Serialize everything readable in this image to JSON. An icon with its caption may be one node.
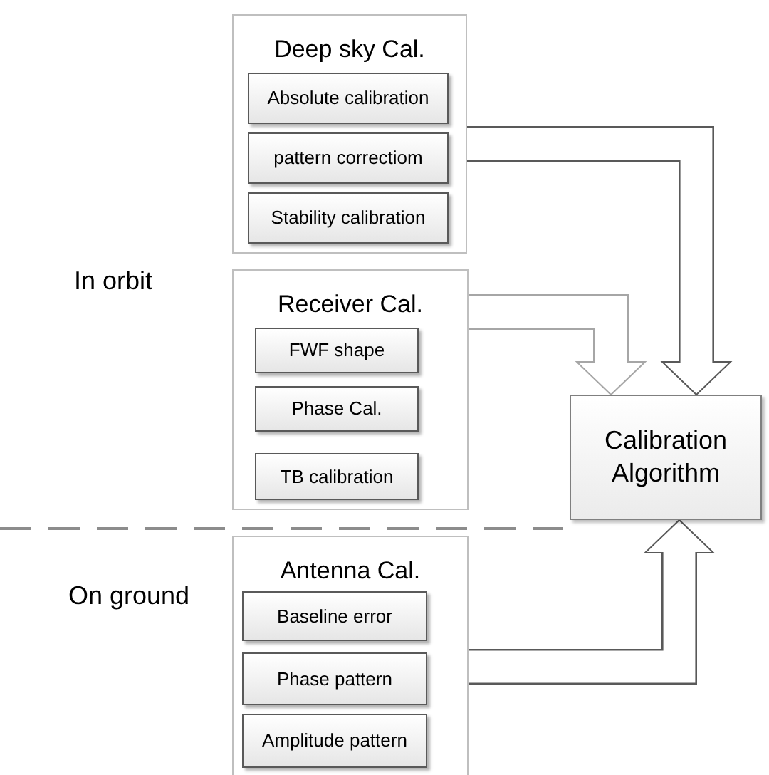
{
  "diagram": {
    "nodes": [
      {
        "text": [
          "Deep sky Cal."
        ]
      },
      {
        "text": [
          "Absolute calibration"
        ],
        "in": 0
      },
      {
        "text": [
          "pattern correctiom"
        ],
        "in": 0
      },
      {
        "text": [
          "Stability calibration"
        ],
        "in": 0
      },
      {
        "text": [
          "Receiver Cal."
        ]
      },
      {
        "text": [
          "FWF shape"
        ],
        "in": 4
      },
      {
        "text": [
          "Phase Cal."
        ],
        "in": 4
      },
      {
        "text": [
          "TB calibration"
        ],
        "in": 4
      },
      {
        "text": [
          "Antenna Cal."
        ]
      },
      {
        "text": [
          "Baseline error"
        ],
        "in": 8
      },
      {
        "text": [
          "Phase pattern"
        ],
        "in": 8
      },
      {
        "text": [
          "Amplitude pattern"
        ],
        "in": 8
      },
      {
        "text": [
          "Calibration Algorithm"
        ]
      }
    ],
    "edges": [
      {
        "from": 0,
        "to": 12,
        "arrow": "to"
      },
      {
        "from": 4,
        "to": 12,
        "arrow": "to",
        "color": "#a6a6a6"
      },
      {
        "from": 8,
        "to": 12,
        "arrow": "to"
      }
    ],
    "labels": [
      "In orbit",
      "On ground"
    ]
  }
}
